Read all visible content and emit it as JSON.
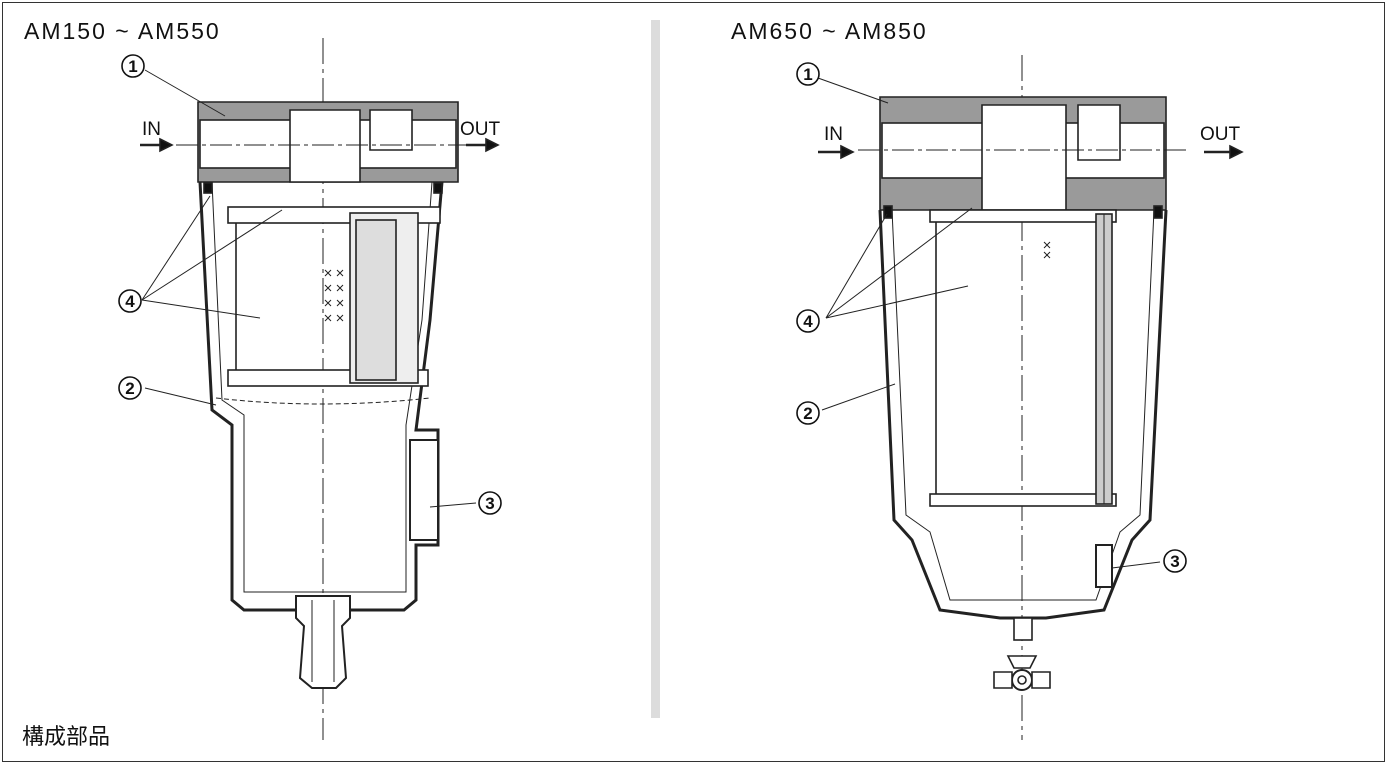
{
  "left": {
    "model": "AM150 ~ AM550",
    "inlet_label": "IN",
    "outlet_label": "OUT",
    "callouts": [
      "1",
      "2",
      "3",
      "4"
    ]
  },
  "right": {
    "model": "AM650 ~ AM850",
    "inlet_label": "IN",
    "outlet_label": "OUT",
    "callouts": [
      "1",
      "2",
      "3",
      "4"
    ]
  },
  "footer": {
    "section_title": "構成部品"
  },
  "colors": {
    "body_fill": "#9a9a9a",
    "line": "#222222",
    "divider": "#dcdcdc"
  }
}
